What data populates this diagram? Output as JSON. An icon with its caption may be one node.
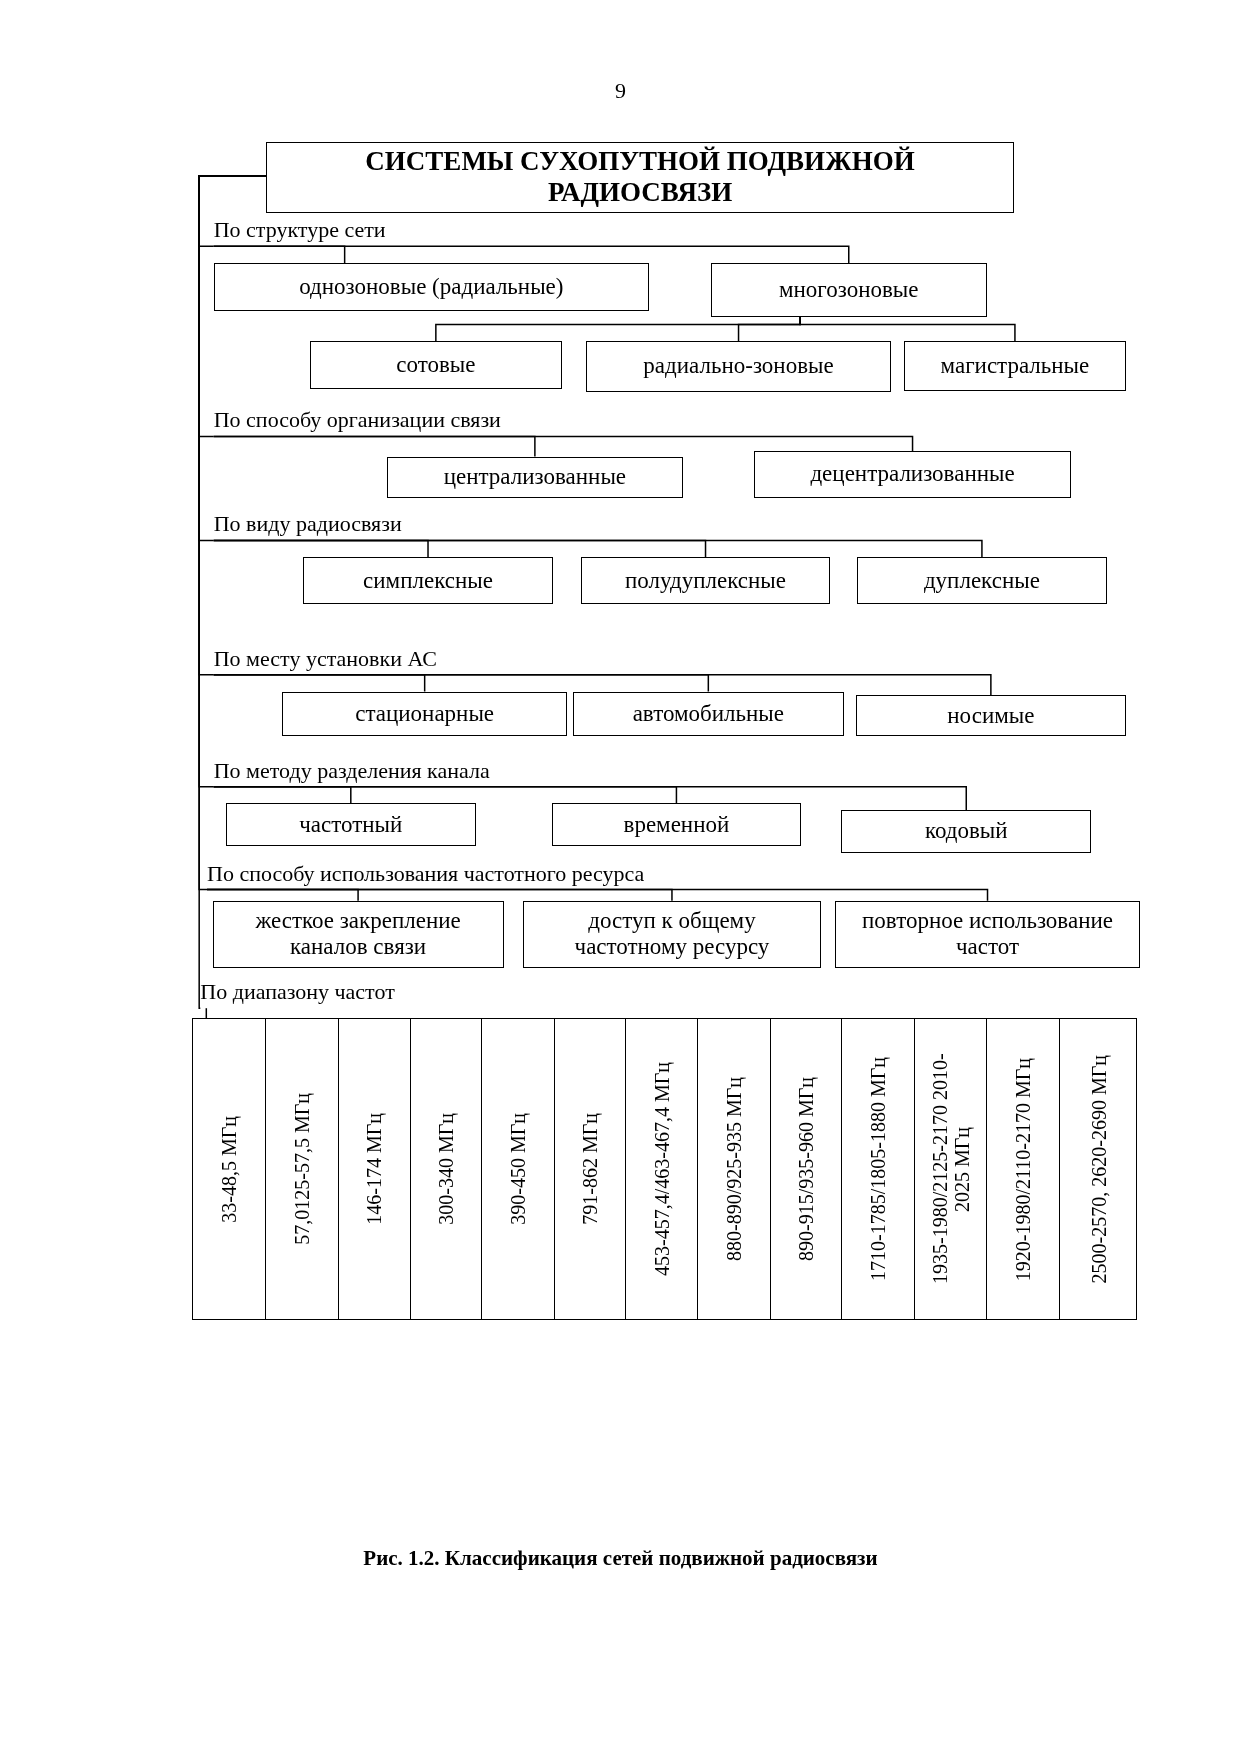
{
  "diagram": {
    "caption": "Рис. 1.2. Классификация сетей подвижной радиосвязи",
    "nodes": [
      {
        "text": [
          "СИСТЕМЫ СУХОПУТНОЙ ПОДВИЖНОЙ РАДИОСВЯЗИ"
        ]
      },
      {
        "text": [
          "По структуре сети"
        ]
      },
      {
        "text": [
          "однозоновые (радиальные)"
        ]
      },
      {
        "text": [
          "многозоновые"
        ]
      },
      {
        "text": [
          "сотовые"
        ]
      },
      {
        "text": [
          "радиально-зоновые"
        ]
      },
      {
        "text": [
          "магистральные"
        ]
      },
      {
        "text": [
          "По способу организации связи"
        ]
      },
      {
        "text": [
          "централизованные"
        ]
      },
      {
        "text": [
          "децентрализованные"
        ]
      },
      {
        "text": [
          "По виду радиосвязи"
        ]
      },
      {
        "text": [
          "симплексные"
        ]
      },
      {
        "text": [
          "полудуплексные"
        ]
      },
      {
        "text": [
          "дуплексные"
        ]
      },
      {
        "text": [
          "По месту установки АС"
        ]
      },
      {
        "text": [
          "стационарные"
        ]
      },
      {
        "text": [
          "автомобильные"
        ]
      },
      {
        "text": [
          "носимые"
        ]
      },
      {
        "text": [
          "По методу разделения канала"
        ]
      },
      {
        "text": [
          "частотный"
        ]
      },
      {
        "text": [
          "временной"
        ]
      },
      {
        "text": [
          "кодовый"
        ]
      },
      {
        "text": [
          "По способу использования частотного ресурса"
        ]
      },
      {
        "text": [
          "жесткое закрепление каналов связи"
        ]
      },
      {
        "text": [
          "доступ к общему частотному ресурсу"
        ]
      },
      {
        "text": [
          "повторное использование частот"
        ]
      },
      {
        "text": [
          "По диапазону частот"
        ]
      },
      {
        "text": [],
        "shape": "box"
      },
      {
        "text": [
          "33-48,5  МГц"
        ],
        "in": 27
      },
      {
        "text": [
          "57,0125-57,5 МГц"
        ],
        "in": 27
      },
      {
        "text": [
          "146-174 МГц"
        ],
        "in": 27
      },
      {
        "text": [
          "300-340 МГц"
        ],
        "in": 27
      },
      {
        "text": [
          "390-450 МГц"
        ],
        "in": 27
      },
      {
        "text": [
          "791-862 МГц"
        ],
        "in": 27
      },
      {
        "text": [
          "453-457,4/463-467,4 МГц"
        ],
        "in": 27
      },
      {
        "text": [
          "880-890/925-935 МГц"
        ],
        "in": 27
      },
      {
        "text": [
          "890-915/935-960 МГц"
        ],
        "in": 27
      },
      {
        "text": [
          "1710-1785/1805-1880 МГц"
        ],
        "in": 27
      },
      {
        "text": [
          "1935-1980/2125-2170 2010-2025 МГц"
        ],
        "in": 27
      },
      {
        "text": [
          "1920-1980/2110-2170 МГц"
        ],
        "in": 27
      },
      {
        "text": [
          "2500-2570, 2620-2690 МГц"
        ],
        "in": 27
      }
    ],
    "edges": [
      {
        "from": 0,
        "to": 1,
        "arrow": "none"
      },
      {
        "from": 0,
        "to": 7,
        "arrow": "none"
      },
      {
        "from": 0,
        "to": 10,
        "arrow": "none"
      },
      {
        "from": 0,
        "to": 14,
        "arrow": "none"
      },
      {
        "from": 0,
        "to": 18,
        "arrow": "none"
      },
      {
        "from": 0,
        "to": 22,
        "arrow": "none"
      },
      {
        "from": 0,
        "to": 26,
        "arrow": "none"
      },
      {
        "from": 1,
        "to": 2,
        "arrow": "none"
      },
      {
        "from": 1,
        "to": 3,
        "arrow": "none"
      },
      {
        "from": 3,
        "to": 4,
        "arrow": "none"
      },
      {
        "from": 3,
        "to": 5,
        "arrow": "none"
      },
      {
        "from": 3,
        "to": 6,
        "arrow": "none"
      },
      {
        "from": 7,
        "to": 8,
        "arrow": "none"
      },
      {
        "from": 7,
        "to": 9,
        "arrow": "none"
      },
      {
        "from": 10,
        "to": 11,
        "arrow": "none"
      },
      {
        "from": 10,
        "to": 12,
        "arrow": "none"
      },
      {
        "from": 10,
        "to": 13,
        "arrow": "none"
      },
      {
        "from": 14,
        "to": 15,
        "arrow": "none"
      },
      {
        "from": 14,
        "to": 16,
        "arrow": "none"
      },
      {
        "from": 14,
        "to": 17,
        "arrow": "none"
      },
      {
        "from": 18,
        "to": 19,
        "arrow": "none"
      },
      {
        "from": 18,
        "to": 20,
        "arrow": "none"
      },
      {
        "from": 18,
        "to": 21,
        "arrow": "none"
      },
      {
        "from": 22,
        "to": 23,
        "arrow": "none"
      },
      {
        "from": 22,
        "to": 24,
        "arrow": "none"
      },
      {
        "from": 22,
        "to": 25,
        "arrow": "none"
      },
      {
        "from": 26,
        "to": 27,
        "arrow": "none"
      }
    ],
    "labels": [
      "9"
    ]
  }
}
